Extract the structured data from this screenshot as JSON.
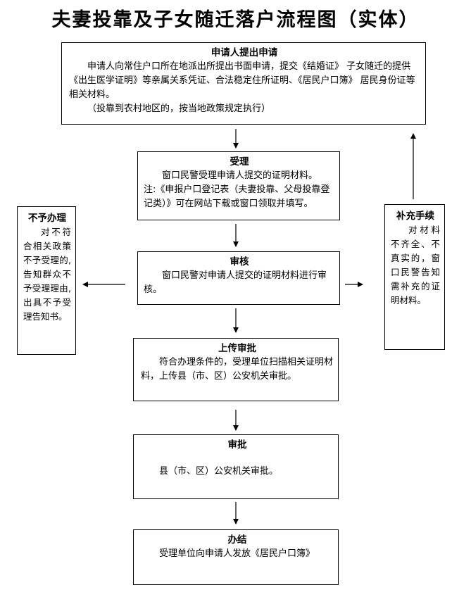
{
  "title": "夫妻投靠及子女随迁落户流程图（实体）",
  "steps": {
    "apply": {
      "heading": "申请人提出申请",
      "text1": "申请人向常住户口所在地派出所提出书面申请，提交《结婚证》 子女随迁的提供《出生医学证明》等亲属关系凭证、合法稳定住所证明、《居民户口簿》 居民身份证等相关材料。",
      "text2": "（投靠到农村地区的，按当地政策规定执行）"
    },
    "accept": {
      "heading": "受理",
      "text1": "窗口民警受理申请人提交的证明材料。",
      "text2": "注:《申报户口登记表（夫妻投靠、父母投靠登记类）》可在网站下载或窗口领取并填写。"
    },
    "review": {
      "heading": "审核",
      "text1": "窗口民警对申请人提交的证明材料进行审核。"
    },
    "upload": {
      "heading": "上传审批",
      "text1": "符合办理条件的，受理单位扫描相关证明材料，上传县（市、区）公安机关审批。"
    },
    "approve": {
      "heading": "审批",
      "text1": "县（市、区）公安机关审批。"
    },
    "complete": {
      "heading": "办结",
      "text1": "受理单位向申请人发放《居民户口簿》"
    }
  },
  "side": {
    "reject": {
      "heading": "不予办理",
      "text1": "对不符合相关政策不予受理的,告知群众不予受理理由,出具不予受理告知书。"
    },
    "supplement": {
      "heading": "补充手续",
      "text1": "对材料不齐全、不真实的，窗口民警告知需补充的证明材料。"
    }
  }
}
